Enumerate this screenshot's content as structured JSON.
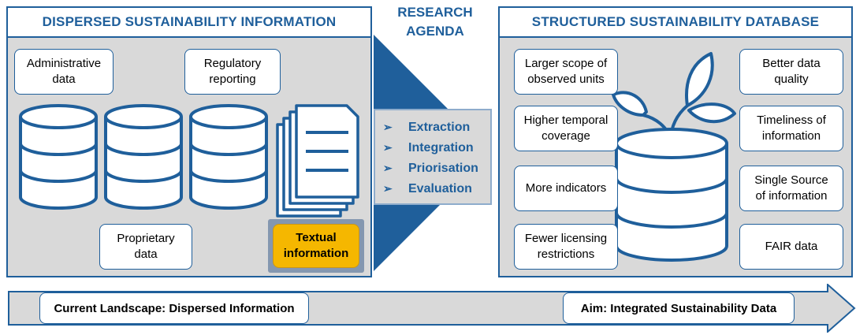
{
  "left_panel": {
    "title": "DISPERSED SUSTAINABILITY INFORMATION",
    "cards": {
      "administrative": [
        "Administrative",
        "data"
      ],
      "regulatory": [
        "Regulatory",
        "reporting"
      ],
      "proprietary": [
        "Proprietary",
        "data"
      ],
      "textual": [
        "Textual",
        "information"
      ]
    }
  },
  "agenda": {
    "title_line1": "RESEARCH",
    "title_line2": "AGENDA",
    "items": [
      "Extraction",
      "Integration",
      "Priorisation",
      "Evaluation"
    ],
    "bullet": "➢"
  },
  "right_panel": {
    "title": "STRUCTURED SUSTAINABILITY DATABASE",
    "left_cards": [
      [
        "Larger scope of",
        "observed units"
      ],
      [
        "Higher temporal",
        "coverage"
      ],
      [
        "More indicators"
      ],
      [
        "Fewer licensing",
        "restrictions"
      ]
    ],
    "right_cards": [
      [
        "Better data",
        "quality"
      ],
      [
        "Timeliness of",
        "information"
      ],
      [
        "Single Source",
        "of information"
      ],
      [
        "FAIR data"
      ]
    ]
  },
  "bottom": {
    "left_label": "Current Landscape: Dispersed Information",
    "right_label": "Aim: Integrated Sustainability Data"
  },
  "colors": {
    "primary_blue": "#1f5f9b",
    "panel_gray": "#d9d9d9",
    "highlight_orange": "#f5b700"
  }
}
